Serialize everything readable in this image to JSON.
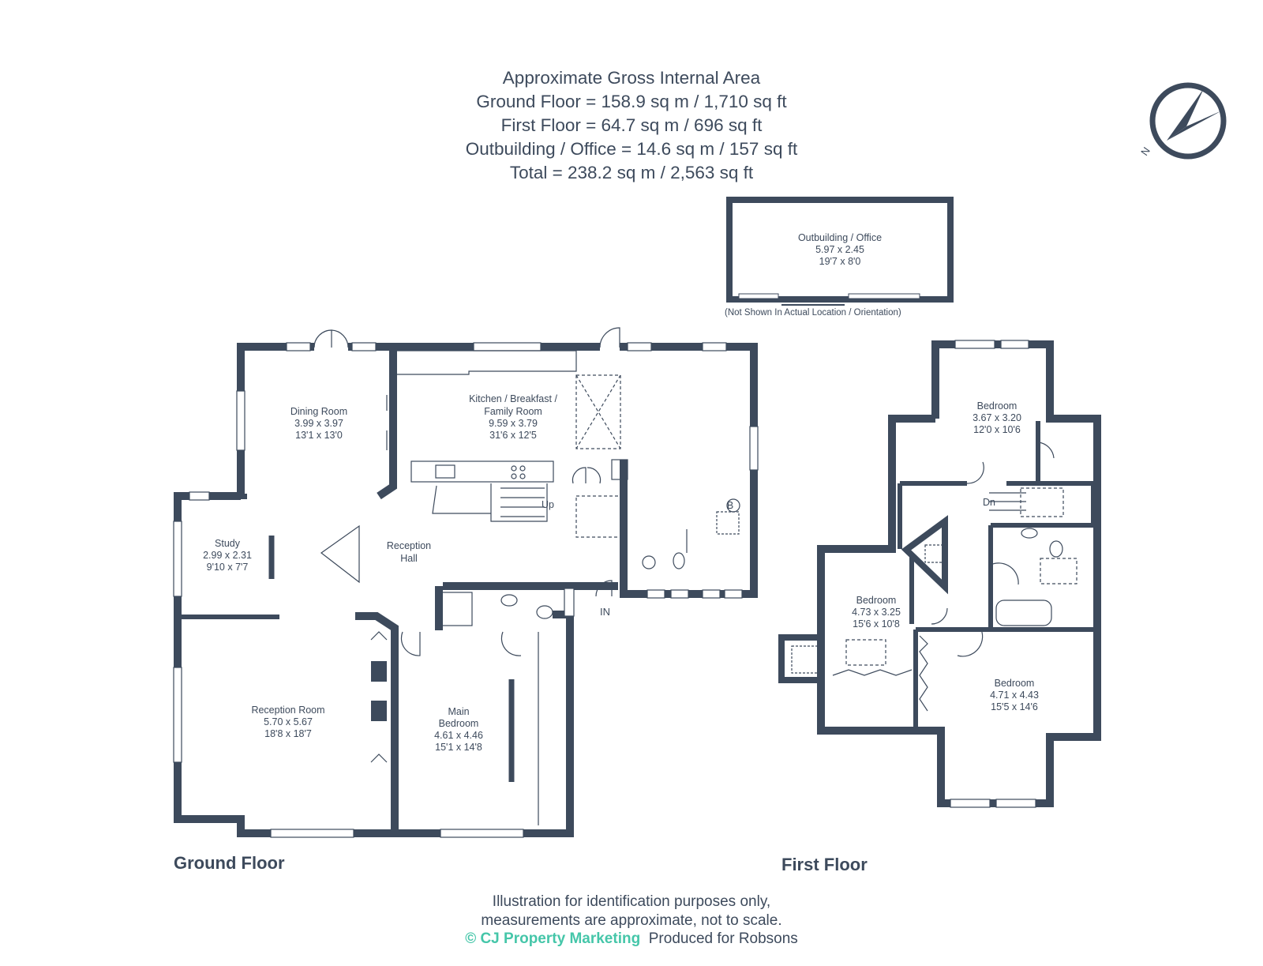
{
  "header": {
    "lines": [
      "Approximate Gross Internal Area",
      "Ground Floor = 158.9 sq m / 1,710 sq ft",
      "First Floor = 64.7 sq m / 696 sq ft",
      "Outbuilding / Office = 14.6 sq m / 157 sq ft",
      "Total = 238.2 sq m / 2,563 sq ft"
    ]
  },
  "compass": {
    "label": "N",
    "icon": "compass-north-icon"
  },
  "outbuilding": {
    "name": "Outbuilding / Office",
    "metric": "5.97 x 2.45",
    "imperial": "19'7 x 8'0",
    "note": "(Not Shown In Actual Location / Orientation)"
  },
  "ground_floor": {
    "label": "Ground Floor",
    "rooms": {
      "dining": {
        "name": "Dining Room",
        "metric": "3.99 x 3.97",
        "imperial": "13'1 x 13'0"
      },
      "kitchen": {
        "name1": "Kitchen / Breakfast /",
        "name2": "Family Room",
        "metric": "9.59 x 3.79",
        "imperial": "31'6 x 12'5"
      },
      "study": {
        "name": "Study",
        "metric": "2.99 x 2.31",
        "imperial": "9'10 x 7'7"
      },
      "hall": {
        "name1": "Reception",
        "name2": "Hall"
      },
      "reception": {
        "name": "Reception Room",
        "metric": "5.70 x 5.67",
        "imperial": "18'8 x 18'7"
      },
      "main_bedroom": {
        "name1": "Main",
        "name2": "Bedroom",
        "metric": "4.61 x 4.46",
        "imperial": "15'1 x 14'8"
      }
    },
    "up": "Up",
    "in": "IN",
    "boiler": "B"
  },
  "first_floor": {
    "label": "First Floor",
    "dn": "Dn",
    "rooms": {
      "bed_top": {
        "name": "Bedroom",
        "metric": "3.67 x 3.20",
        "imperial": "12'0 x 10'6"
      },
      "bed_left": {
        "name": "Bedroom",
        "metric": "4.73 x 3.25",
        "imperial": "15'6 x 10'8"
      },
      "bed_right": {
        "name": "Bedroom",
        "metric": "4.71 x 4.43",
        "imperial": "15'5 x 14'6"
      }
    }
  },
  "footer": {
    "line1": "Illustration for identification purposes only,",
    "line2": "measurements are approximate, not to scale.",
    "brand": "© CJ Property Marketing",
    "produced": "Produced for Robsons"
  },
  "colors": {
    "wall": "#3d4a5c",
    "text": "#3d4a5c",
    "brand": "#45c6a9"
  }
}
